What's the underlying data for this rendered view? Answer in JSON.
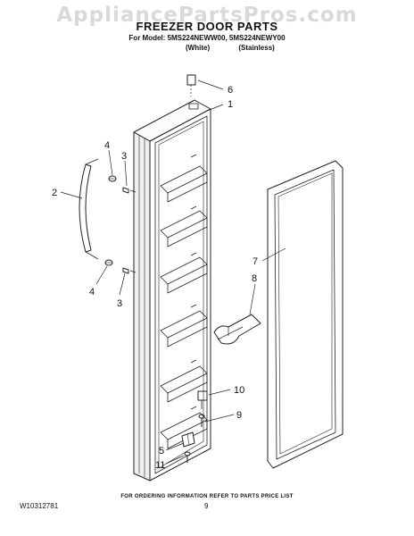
{
  "watermark": "AppliancePartsPros.com",
  "header": {
    "title": "FREEZER DOOR PARTS",
    "model_line": "For Model: 5MS224NEWW00, 5MS224NEWY00",
    "variants": [
      "(White)",
      "(Stainless)"
    ]
  },
  "callouts": {
    "c1": "1",
    "c2": "2",
    "c3a": "3",
    "c3b": "3",
    "c4a": "4",
    "c4b": "4",
    "c5": "5",
    "c6": "6",
    "c7": "7",
    "c8": "8",
    "c9": "9",
    "c10": "10",
    "c11": "11"
  },
  "footer": {
    "ordering_note": "FOR ORDERING INFORMATION REFER TO PARTS PRICE LIST",
    "doc_number": "W10312781",
    "page_number": "9"
  }
}
